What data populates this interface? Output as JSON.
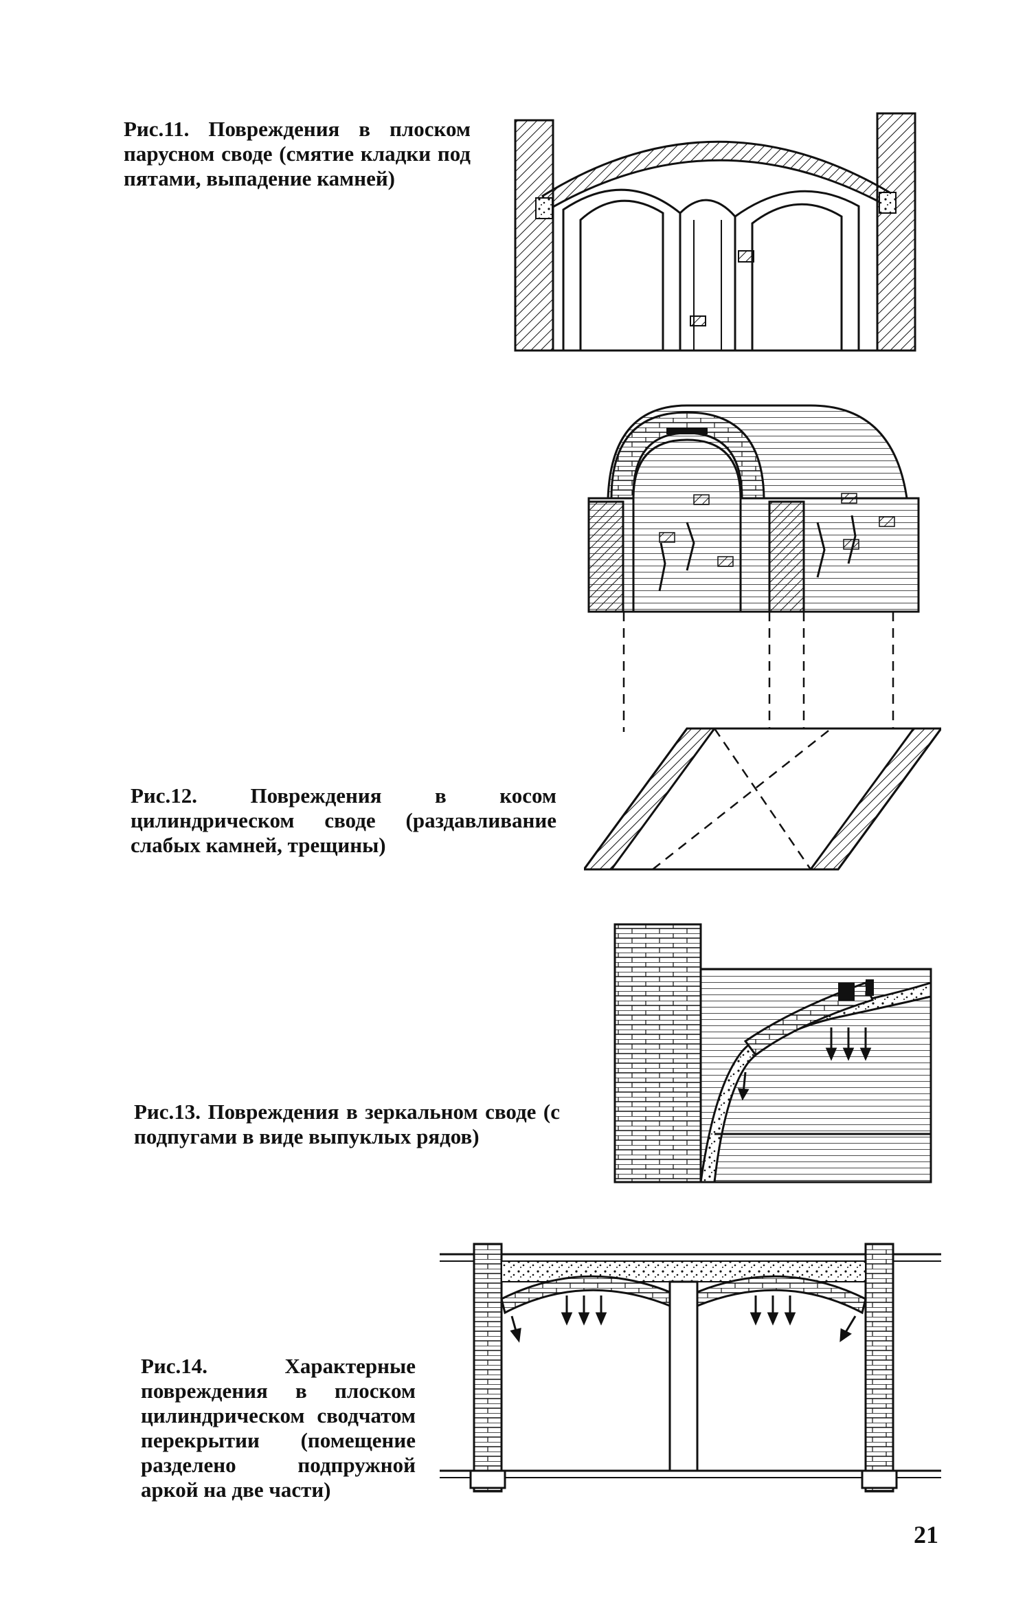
{
  "figures": [
    {
      "id": "fig11",
      "label": "Рис.11.",
      "text": "Повреждения в плоском парусном своде (смятие кладки под пятами, выпадение камней)"
    },
    {
      "id": "fig12",
      "label": "Рис.12.",
      "text": "Повреждения в косом цилиндрическом своде (раздавливание слабых камней, трещины)"
    },
    {
      "id": "fig13",
      "label": "Рис.13.",
      "text": "Повреждения в зеркальном своде (с подпугами в виде выпуклых рядов)"
    },
    {
      "id": "fig14",
      "label": "Рис.14.",
      "text": "Характерные повреждения в плоском цилиндрическом сводчатом перекрытии (помещение разделено подпружной аркой на две части)"
    }
  ],
  "page_number": "21"
}
